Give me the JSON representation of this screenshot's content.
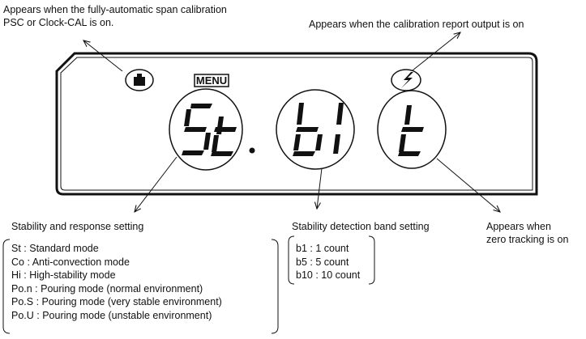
{
  "annotations": {
    "span_calibration": [
      "Appears when the fully-automatic span calibration",
      "PSC or Clock-CAL is on."
    ],
    "report_output": "Appears when the calibration report output is on",
    "stability_setting": "Stability and response setting",
    "detection_band": "Stability detection band setting",
    "zero_tracking": [
      "Appears when",
      "zero tracking is on"
    ]
  },
  "display": {
    "menu_label": "MENU",
    "readout": [
      "St.",
      "b1",
      "t"
    ]
  },
  "stability_modes": [
    "St :  Standard mode",
    "Co :  Anti-convection mode",
    "Hi :  High-stability mode",
    "Po.n :  Pouring mode (normal environment)",
    "Po.S :  Pouring mode (very stable environment)",
    "Po.U :  Pouring mode (unstable environment)"
  ],
  "band_settings": [
    "b1 :  1 count",
    "b5 :  5 count",
    "b10 :  10 count"
  ]
}
